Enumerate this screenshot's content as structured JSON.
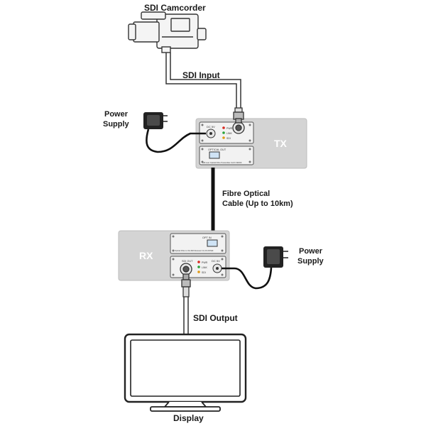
{
  "camcorder_label": "SDI Camcorder",
  "sdi_input_label": "SDI Input",
  "tx_power_label": [
    "Power",
    "Supply"
  ],
  "tx_box_label": "TX",
  "tx_panel_top": {
    "dc_label": "DC 5V",
    "led_labels": [
      "PWR",
      "LINK",
      "SDI"
    ]
  },
  "tx_panel_bottom": {
    "optical_label": "OPTICAL OUT",
    "model_text": "SDI over Optical Fibre Transmitter CLUX-SDIOF"
  },
  "fibre_label": [
    "Fibre Optical",
    "Cable (Up to 10km)"
  ],
  "rx_box_label": "RX",
  "rx_panel_top": {
    "optical_label": "OPT IN",
    "model_text": "Optical Fibre to 3G-SDI Receiver CLUX-OFSDI"
  },
  "rx_panel_bottom": {
    "sdi_out_label": "SDI OUT",
    "dc_label": "DC 5V",
    "led_labels": [
      "PWR",
      "LINK",
      "SDI"
    ]
  },
  "rx_power_label": [
    "Power",
    "Supply"
  ],
  "sdi_output_label": "SDI Output",
  "display_label": "Display",
  "colors": {
    "box": "#d4d4d4",
    "box_stroke": "#bdbdbd",
    "panel": "#f2f2f2",
    "cable": "#1a1a1a",
    "led_red": "#d8281e",
    "led_green": "#28a23a",
    "led_orange": "#e09a17"
  }
}
